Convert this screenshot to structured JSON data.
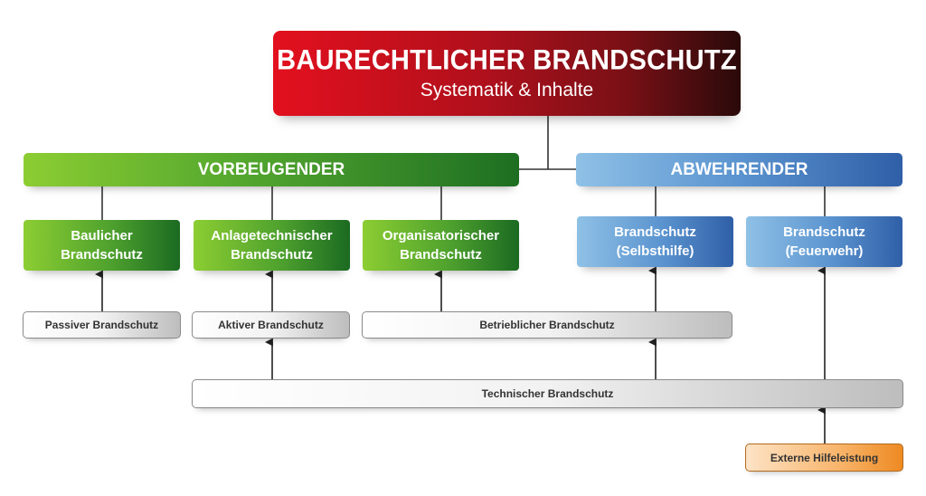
{
  "title": {
    "main": "BAURECHTLICHER BRANDSCHUTZ",
    "sub": "Systematik & Inhalte"
  },
  "categories": {
    "vorbeugend": "VORBEUGENDER",
    "abwehrend": "ABWEHRENDER"
  },
  "vorbeugend_items": [
    {
      "line1": "Baulicher",
      "line2": "Brandschutz"
    },
    {
      "line1": "Anlagetechnischer",
      "line2": "Brandschutz"
    },
    {
      "line1": "Organisatorischer",
      "line2": "Brandschutz"
    }
  ],
  "abwehrend_items": [
    {
      "line1": "Brandschutz",
      "line2": "(Selbsthilfe)"
    },
    {
      "line1": "Brandschutz",
      "line2": "(Feuerwehr)"
    }
  ],
  "measures": {
    "passiv": "Passiver Brandschutz",
    "aktiv": "Aktiver Brandschutz",
    "betrieblich": "Betrieblicher Brandschutz",
    "technisch": "Technischer Brandschutz",
    "extern": "Externe Hilfeleistung"
  },
  "colors": {
    "title_red": "#c8101e",
    "vorbeugend_green": "#52a62e",
    "abwehrend_blue": "#5a93cf",
    "measure_gray": "#bdbdbd",
    "extern_orange": "#ee8a22"
  }
}
